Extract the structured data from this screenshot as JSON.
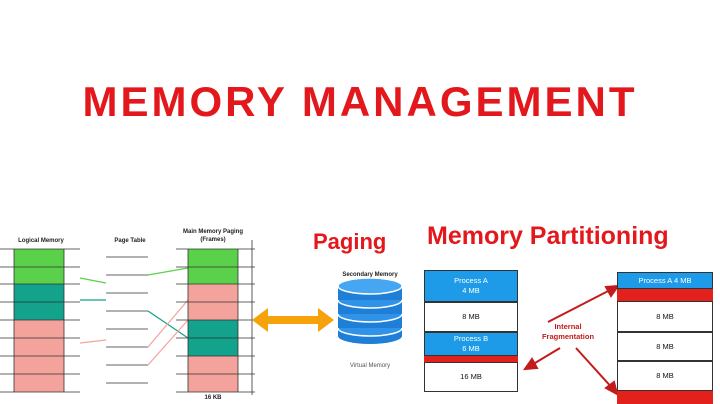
{
  "title": "MEMORY MANAGEMENT",
  "paging": {
    "heading": "Paging",
    "logical_memory_label": "Logical Memory",
    "page_table_label": "Page Table",
    "main_memory_label_line1": "Main Memory Paging",
    "main_memory_label_line2": "(Frames)",
    "size_label": "16 KB",
    "secondary_memory_label": "Secondary Memory",
    "virtual_memory_label": "Virtual Memory"
  },
  "partitioning": {
    "heading": "Memory Partitioning",
    "fragmentation_line1": "Internal",
    "fragmentation_line2": "Fragmentation",
    "left_column": {
      "process_a_name": "Process A",
      "process_a_size": "4 MB",
      "block_8mb": "8 MB",
      "process_b_name": "Process B",
      "process_b_size": "6 MB",
      "block_16mb": "16 MB"
    },
    "right_column": {
      "process_a": "Process A 4 MB",
      "block1": "8 MB",
      "block2": "8 MB",
      "block3": "8 MB"
    }
  },
  "colors": {
    "title_red": "#e3181d",
    "process_blue": "#1e9be8",
    "fragment_red": "#e3211c",
    "page_green": "#5bd14b",
    "page_teal": "#13a28b",
    "page_pink": "#f3a39b",
    "arrow_orange": "#f5a20b",
    "disk_blue": "#1f7fd6"
  }
}
